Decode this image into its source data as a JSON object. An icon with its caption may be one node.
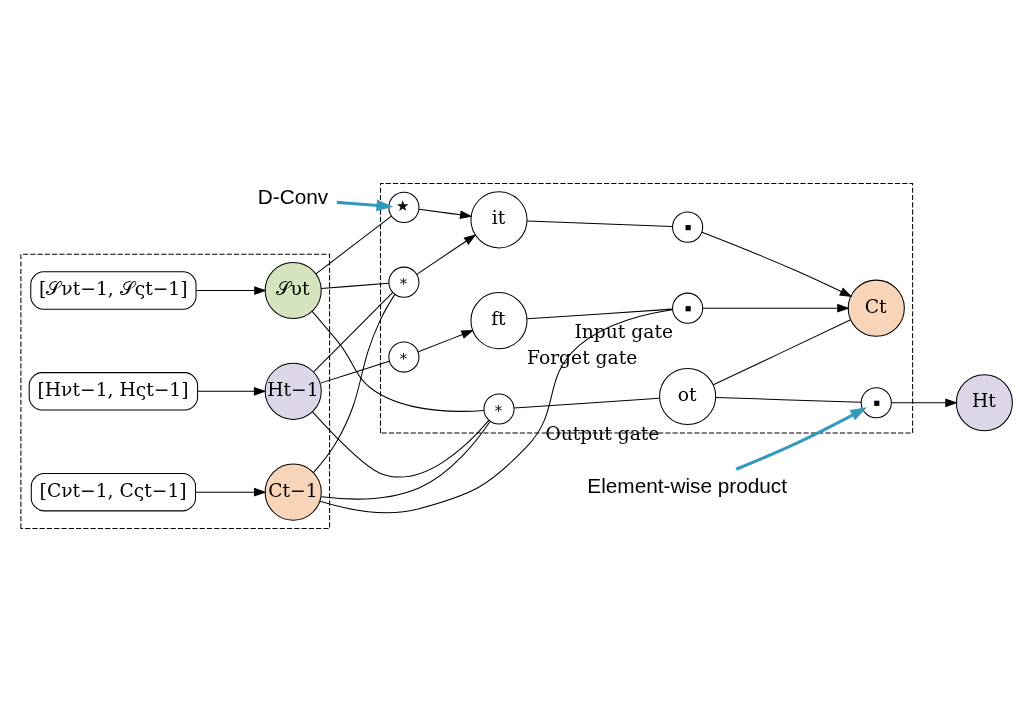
{
  "diagram": {
    "nodes": [
      {
        "text": [],
        "shape": "box"
      },
      {
        "text": [
          "[Cνt−1, Cςt−1]"
        ],
        "in": 0
      },
      {
        "text": [
          "Ct−1"
        ],
        "in": 0
      },
      {
        "text": [
          "[Hνt−1, Hςt−1]"
        ],
        "in": 0
      },
      {
        "text": [
          "Ht−1"
        ],
        "in": 0
      },
      {
        "text": [
          "[𝒮νt−1, 𝒮ςt−1]"
        ],
        "in": 0
      },
      {
        "text": [
          "𝒮υt"
        ],
        "in": 0
      },
      {
        "text": [],
        "shape": "box"
      },
      {
        "text": [
          "Ht"
        ]
      },
      {
        "text": [],
        "shape": "circle",
        "in": 7
      },
      {
        "text": [
          "ot"
        ],
        "in": 7,
        "beside": [
          "Output gate"
        ]
      },
      {
        "text": [
          "∗"
        ],
        "in": 7
      },
      {
        "text": [
          "Ct"
        ],
        "in": 7
      },
      {
        "text": [],
        "shape": "circle",
        "in": 7
      },
      {
        "text": [
          "it"
        ],
        "in": 7
      },
      {
        "text": [
          "∗"
        ],
        "in": 7
      },
      {
        "text": [],
        "shape": "circle",
        "in": 7,
        "beside": [
          "Input gate"
        ]
      },
      {
        "text": [
          "∗"
        ],
        "in": 7
      },
      {
        "text": [
          "ft"
        ],
        "in": 7,
        "beside": [
          "Forget gate"
        ]
      },
      {
        "text": [
          "★"
        ],
        "in": 7
      },
      {
        "text": [
          "Element-wise product"
        ]
      },
      {
        "text": [
          "D-Conv"
        ]
      }
    ],
    "edges": [
      {
        "from": 1,
        "to": 2,
        "arrow": "to"
      },
      {
        "from": 3,
        "to": 4,
        "arrow": "to"
      },
      {
        "from": 5,
        "to": 6,
        "arrow": "to"
      },
      {
        "from": 2,
        "to": 16,
        "arrow": "none"
      },
      {
        "from": 4,
        "to": 17,
        "arrow": "none"
      },
      {
        "from": 17,
        "to": 18,
        "arrow": "to"
      },
      {
        "from": 6,
        "to": 19,
        "arrow": "none"
      },
      {
        "from": 19,
        "to": 14,
        "arrow": "to"
      },
      {
        "from": 18,
        "to": 16,
        "arrow": "none"
      },
      {
        "from": 16,
        "to": 12,
        "arrow": "to"
      },
      {
        "from": 14,
        "to": 13,
        "arrow": "none"
      },
      {
        "from": 13,
        "to": 12,
        "arrow": "to"
      },
      {
        "from": 10,
        "to": 12,
        "arrow": "none"
      },
      {
        "from": 10,
        "to": 9,
        "arrow": "none"
      },
      {
        "from": 9,
        "to": 8,
        "arrow": "to"
      },
      {
        "from": 11,
        "to": 10,
        "arrow": "none"
      },
      {
        "from": 2,
        "to": 11,
        "arrow": "none"
      },
      {
        "from": 4,
        "to": 11,
        "arrow": "none"
      },
      {
        "from": 6,
        "to": 11,
        "arrow": "none"
      },
      {
        "from": 2,
        "to": 15,
        "arrow": "none"
      },
      {
        "from": 4,
        "to": 15,
        "arrow": "none"
      },
      {
        "from": 6,
        "to": 15,
        "arrow": "none"
      },
      {
        "from": 15,
        "to": 14,
        "arrow": "to"
      },
      {
        "from": 20,
        "to": 9,
        "arrow": "to",
        "style": "thick",
        "color": "#3399bb"
      },
      {
        "from": 21,
        "to": 19,
        "arrow": "to",
        "style": "thick",
        "color": "#3399bb"
      }
    ]
  }
}
